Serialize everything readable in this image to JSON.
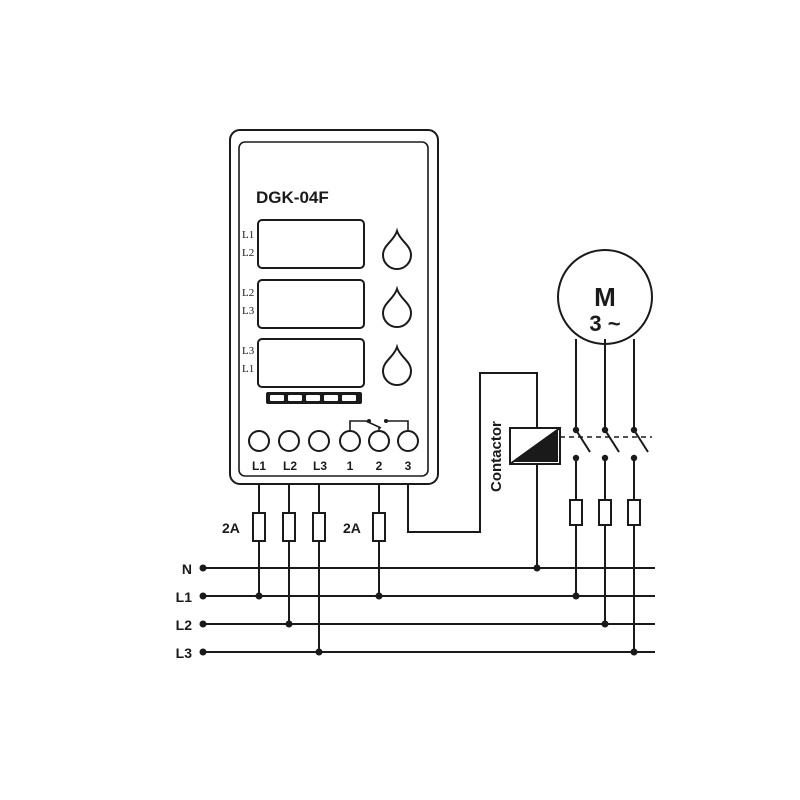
{
  "device": {
    "model": "DGK-04F",
    "display_labels": [
      [
        "L1",
        "L2"
      ],
      [
        "L2",
        "L3"
      ],
      [
        "L3",
        "L1"
      ]
    ],
    "terminals": [
      "L1",
      "L2",
      "L3",
      "1",
      "2",
      "3"
    ]
  },
  "fuses": {
    "control_label_1": "2A",
    "control_label_2": "2A"
  },
  "contactor": {
    "label": "Contactor"
  },
  "motor": {
    "letter": "M",
    "phase_label": "3 ~"
  },
  "bus": {
    "lines": [
      "N",
      "L1",
      "L2",
      "L3"
    ]
  },
  "colors": {
    "ink": "#1a1a1a",
    "background": "#ffffff"
  }
}
